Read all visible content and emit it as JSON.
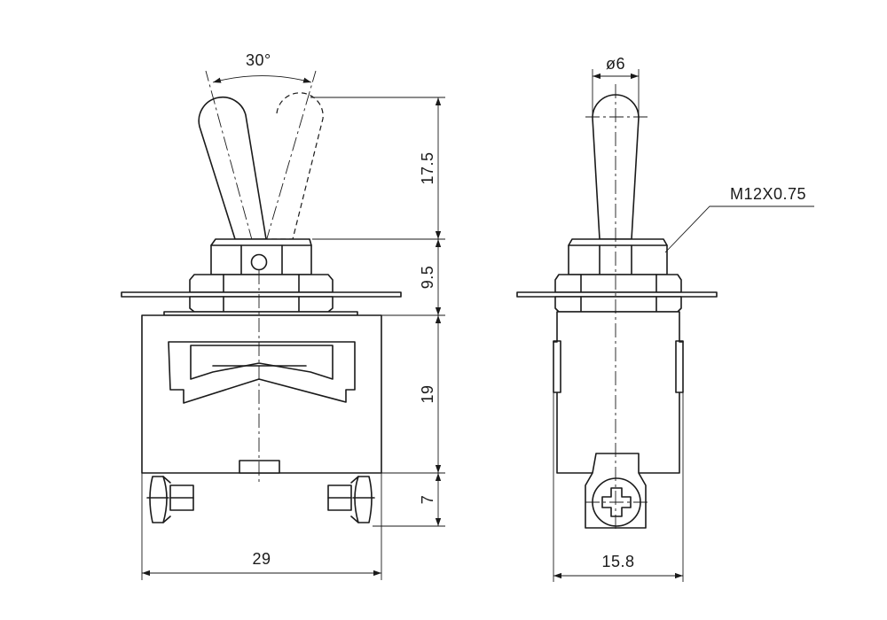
{
  "front_view": {
    "angle_label": "30°",
    "dims": {
      "lever_height": "17.5",
      "bushing_height": "9.5",
      "body_height": "19",
      "terminal_height": "7",
      "body_width": "29"
    }
  },
  "side_view": {
    "lever_diameter": "ø6",
    "thread_spec": "M12X0.75",
    "body_depth": "15.8"
  },
  "colors": {
    "line": "#1a1a1a",
    "background": "#ffffff"
  }
}
